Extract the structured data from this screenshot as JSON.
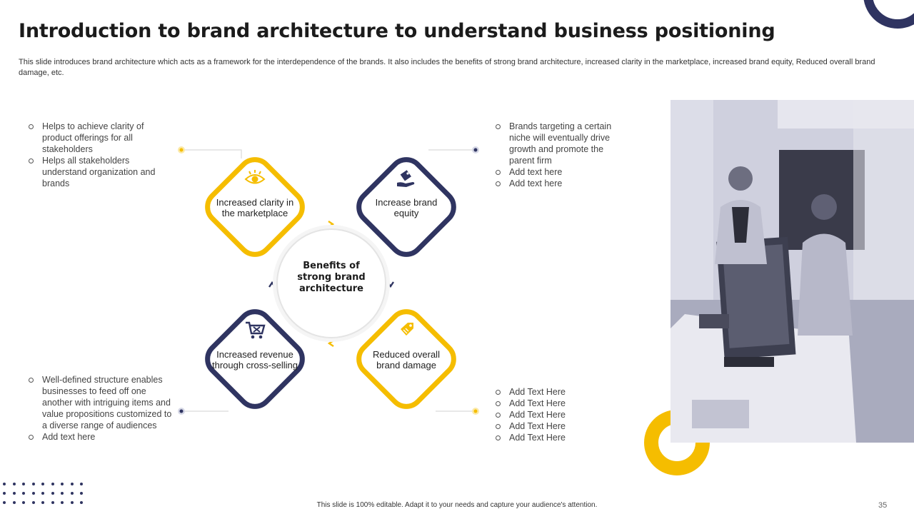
{
  "slide": {
    "title": "Introduction to brand architecture to understand business positioning",
    "subtitle": "This slide introduces brand architecture which acts as a framework for the interdependence of the brands. It also includes the benefits of strong brand architecture, increased clarity in the marketplace, increased brand equity, Reduced overall brand damage, etc.",
    "footer": "This slide is 100% editable. Adapt it to your needs and capture your audience's attention.",
    "page_number": "35"
  },
  "center": {
    "label": "Benefits of strong brand architecture"
  },
  "benefits": [
    {
      "label": "Increased clarity in the marketplace",
      "icon": "eye-icon",
      "color": "#f5bd00"
    },
    {
      "label": "Increase brand equity",
      "icon": "hand-tag-icon",
      "color": "#2f3461"
    },
    {
      "label": "Increased revenue through cross-selling",
      "icon": "shopping-cart-icon",
      "color": "#2f3461"
    },
    {
      "label": "Reduced overall brand damage",
      "icon": "price-tag-icon",
      "color": "#f5bd00"
    }
  ],
  "notes": {
    "top_left": [
      "Helps to achieve  clarity of product offerings for all stakeholders",
      "Helps all stakeholders understand organization and brands"
    ],
    "top_right": [
      "Brands targeting a certain niche will eventually drive growth and promote the parent firm",
      "Add text here",
      "Add text here"
    ],
    "bottom_left": [
      "Well-defined structure enables businesses to feed off one another with intriguing items and value propositions customized to a diverse range of audiences",
      "Add text here"
    ],
    "bottom_right": [
      "Add Text Here",
      "Add Text Here",
      "Add Text Here",
      "Add Text Here",
      "Add Text Here"
    ]
  },
  "colors": {
    "accent_yellow": "#f5bd00",
    "accent_navy": "#2f3461"
  }
}
